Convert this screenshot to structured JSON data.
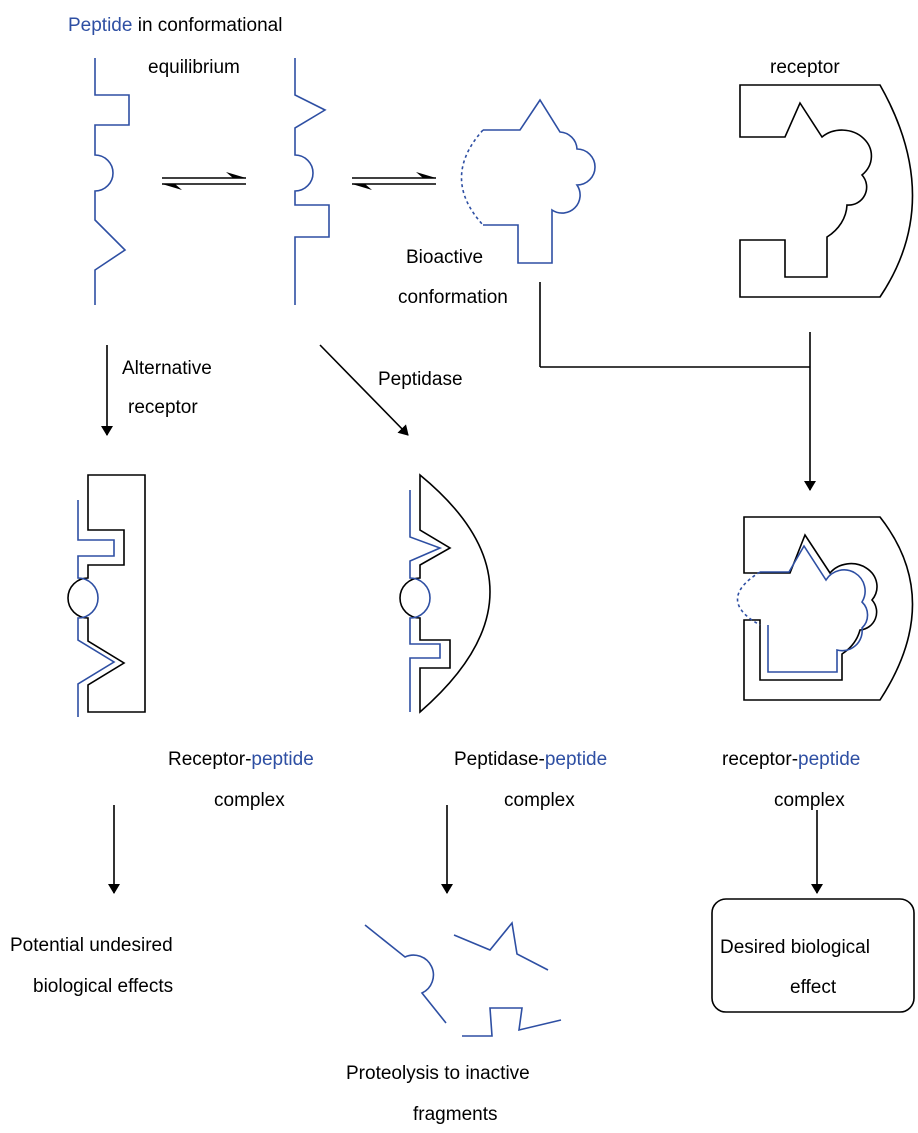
{
  "colors": {
    "peptide": "#2e4fa3",
    "receptor": "#000000"
  },
  "labels": {
    "peptide_word": "Peptide",
    "equilibrium_line1": " in conformational",
    "equilibrium_line2": "equilibrium",
    "receptor": "receptor",
    "bioactive_line1": "Bioactive",
    "bioactive_line2": "conformation",
    "alternative_line1": "Alternative",
    "alternative_line2": "receptor",
    "peptidase": "Peptidase",
    "receptor_complex_part1": "Receptor-",
    "receptor_complex_part2": "peptide",
    "receptor_complex_line2": "complex",
    "peptidase_complex_part1": "Peptidase-",
    "peptidase_complex_part2": "peptide",
    "peptidase_complex_line2": "complex",
    "desired_complex_part1": "receptor-",
    "desired_complex_part2": "peptide",
    "desired_complex_line2": "complex",
    "undesired_line1": "Potential undesired",
    "undesired_line2": "biological effects",
    "proteolysis_line1": "Proteolysis to inactive",
    "proteolysis_line2": "fragments",
    "desired_effect_line1": "Desired biological",
    "desired_effect_line2": "effect"
  }
}
